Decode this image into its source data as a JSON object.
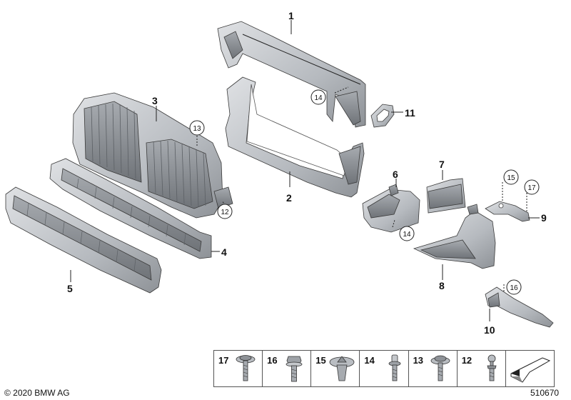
{
  "parts": [
    {
      "number": "1"
    },
    {
      "number": "2"
    },
    {
      "number": "3"
    },
    {
      "number": "4"
    },
    {
      "number": "5"
    },
    {
      "number": "6"
    },
    {
      "number": "7"
    },
    {
      "number": "8"
    },
    {
      "number": "9"
    },
    {
      "number": "10"
    },
    {
      "number": "11"
    }
  ],
  "circled_refs": [
    "14",
    "13",
    "12",
    "15",
    "17",
    "14",
    "16"
  ],
  "hardware": [
    {
      "number": "17",
      "icon": "bolt-with-washer-icon"
    },
    {
      "number": "16",
      "icon": "hex-bolt-icon"
    },
    {
      "number": "15",
      "icon": "expanding-nut-icon"
    },
    {
      "number": "14",
      "icon": "clip-screw-icon"
    },
    {
      "number": "13",
      "icon": "bolt-with-washer-icon"
    },
    {
      "number": "12",
      "icon": "ball-stud-icon"
    },
    {
      "number": "",
      "icon": "direction-arrow-icon"
    }
  ],
  "footer": {
    "copyright": "© 2020 BMW AG",
    "diagram_number": "510670"
  },
  "colors": {
    "part_fill": "#c9ccd0",
    "part_dark": "#8e9297",
    "line": "#222222"
  }
}
